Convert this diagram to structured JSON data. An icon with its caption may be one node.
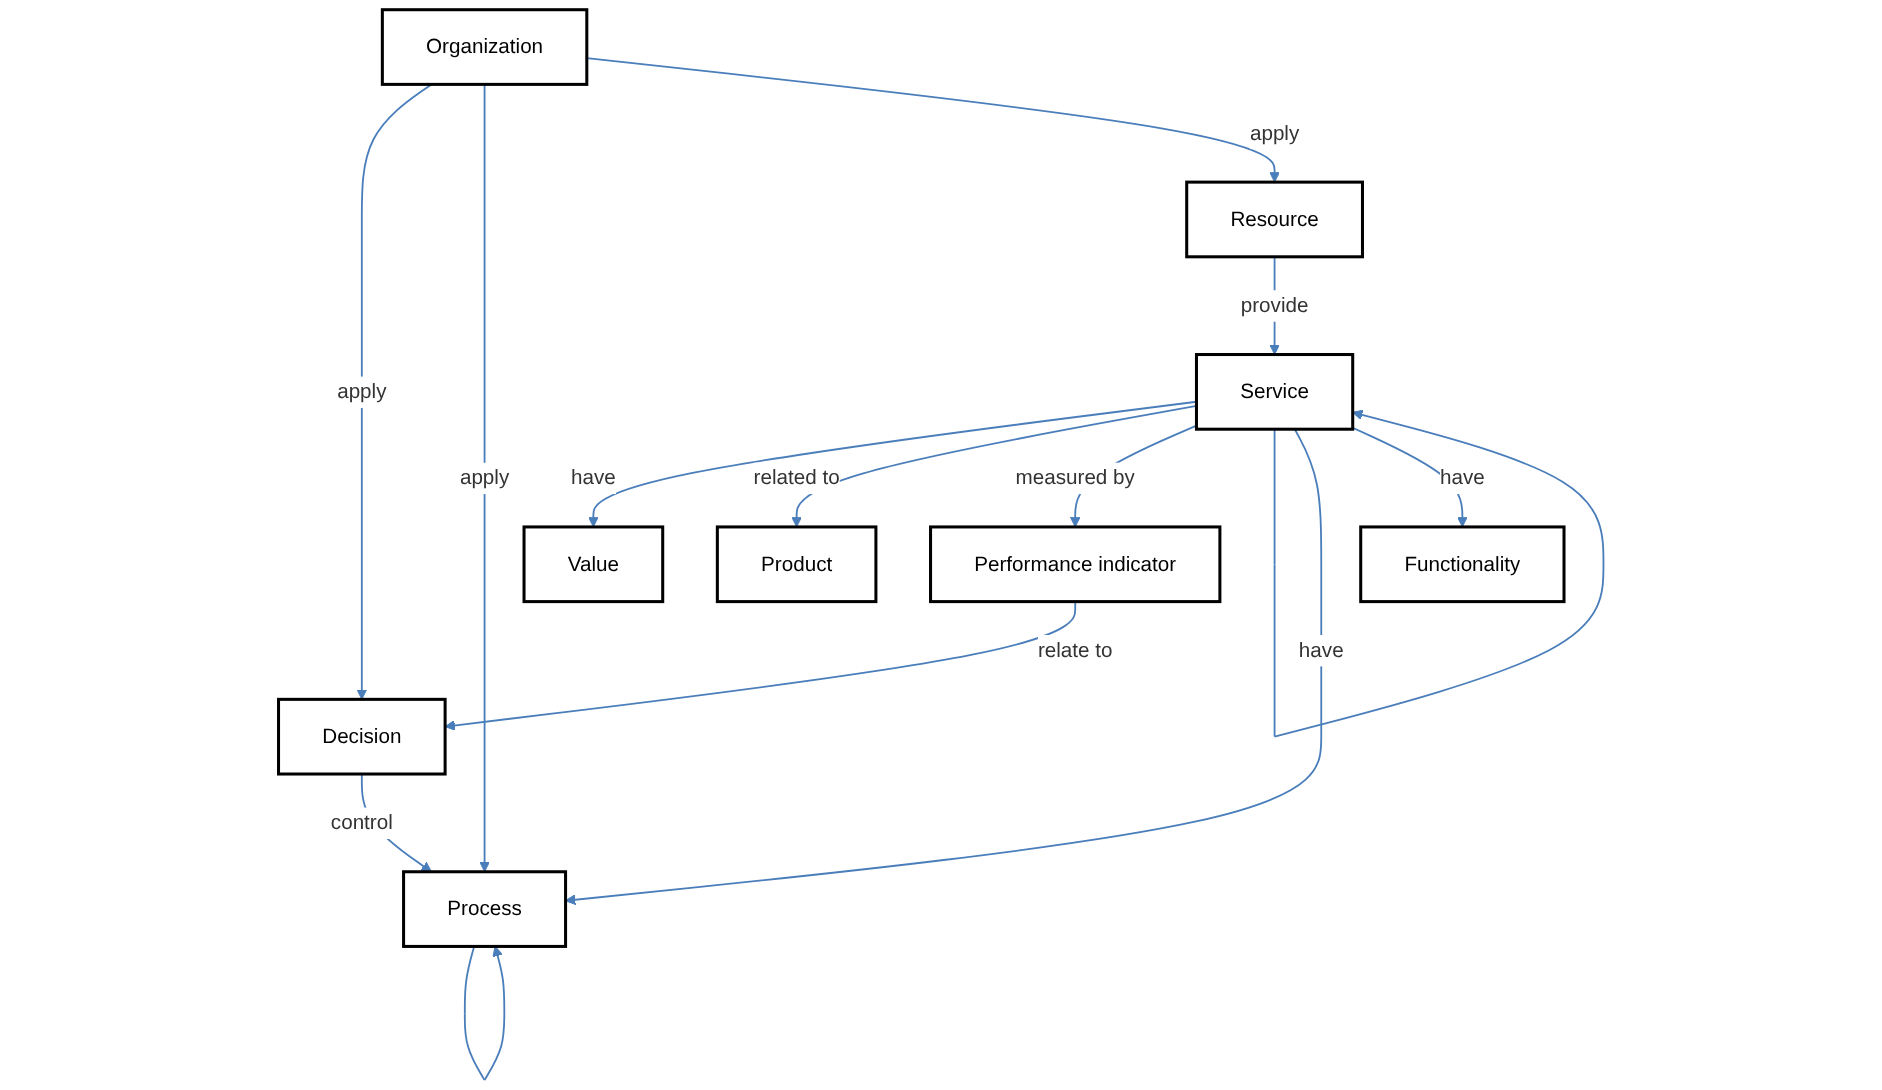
{
  "diagram": {
    "nodes": [
      {
        "text": [
          "Value"
        ]
      },
      {
        "text": [
          "Product"
        ]
      },
      {
        "text": [
          "Performance indicator"
        ]
      },
      {
        "text": [
          "Decision"
        ]
      },
      {
        "text": [
          "Service"
        ]
      },
      {
        "text": [
          "Process"
        ]
      },
      {
        "text": [
          "Organization"
        ]
      },
      {
        "text": [
          "Functionality"
        ]
      },
      {
        "text": [
          "Resource"
        ]
      }
    ],
    "edges": [
      {
        "from": 4,
        "to": 0,
        "arrow": "to",
        "label": "have"
      },
      {
        "from": 4,
        "to": 1,
        "arrow": "to",
        "label": "related to"
      },
      {
        "from": 4,
        "to": 2,
        "arrow": "to",
        "label": "measured by"
      },
      {
        "from": 2,
        "to": 3,
        "arrow": "to",
        "label": "relate to"
      },
      {
        "from": 3,
        "to": 5,
        "arrow": "to",
        "label": "control"
      },
      {
        "from": 4,
        "to": 4,
        "arrow": "to"
      },
      {
        "from": 5,
        "to": 5,
        "arrow": "to"
      },
      {
        "from": 4,
        "to": 5,
        "arrow": "to",
        "label": "have"
      },
      {
        "from": 6,
        "to": 3,
        "arrow": "to",
        "label": "apply"
      },
      {
        "from": 6,
        "to": 5,
        "arrow": "to",
        "label": "apply"
      },
      {
        "from": 6,
        "to": 8,
        "arrow": "to",
        "label": "apply"
      },
      {
        "from": 8,
        "to": 4,
        "arrow": "to",
        "label": "provide"
      },
      {
        "from": 4,
        "to": 7,
        "arrow": "to",
        "label": "have"
      }
    ]
  }
}
